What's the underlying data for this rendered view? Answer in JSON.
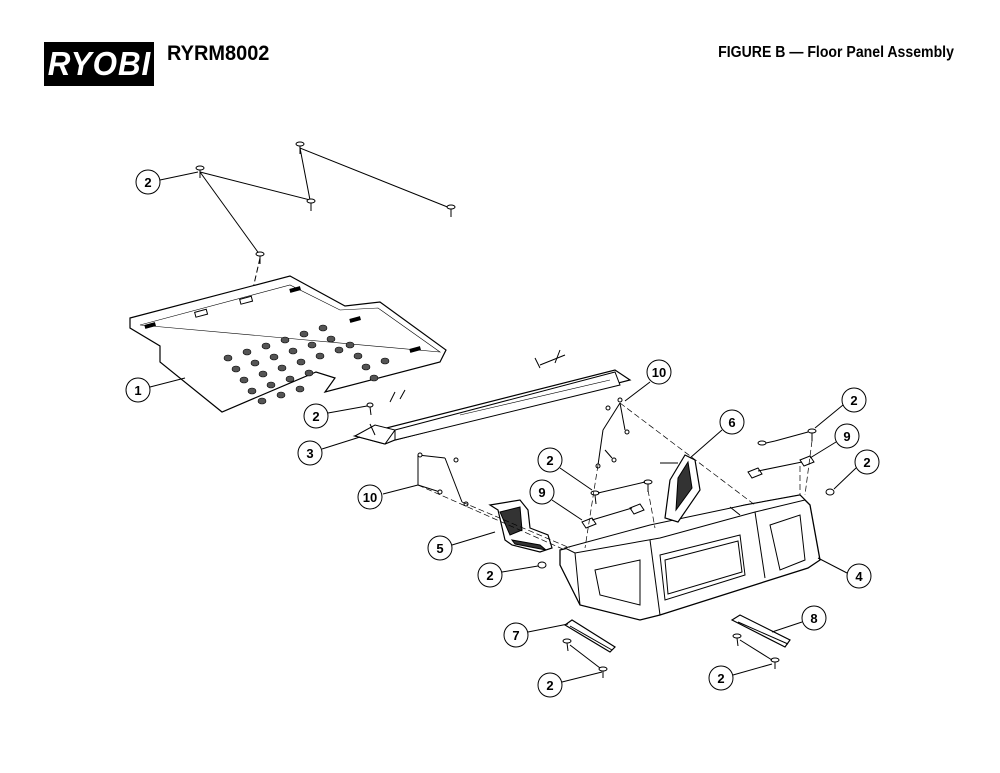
{
  "header": {
    "brand": "RYOBI",
    "model": "RYRM8002",
    "figure_title": "FIGURE B — Floor Panel Assembly"
  },
  "callouts": [
    {
      "id": "c2a",
      "label": "2"
    },
    {
      "id": "c1",
      "label": "1"
    },
    {
      "id": "c2b",
      "label": "2"
    },
    {
      "id": "c3",
      "label": "3"
    },
    {
      "id": "c10a",
      "label": "10"
    },
    {
      "id": "c6",
      "label": "6"
    },
    {
      "id": "c2c",
      "label": "2"
    },
    {
      "id": "c9a",
      "label": "9"
    },
    {
      "id": "c2d",
      "label": "2"
    },
    {
      "id": "c2e",
      "label": "2"
    },
    {
      "id": "c9b",
      "label": "9"
    },
    {
      "id": "c10b",
      "label": "10"
    },
    {
      "id": "c5",
      "label": "5"
    },
    {
      "id": "c2f",
      "label": "2"
    },
    {
      "id": "c4",
      "label": "4"
    },
    {
      "id": "c8",
      "label": "8"
    },
    {
      "id": "c7",
      "label": "7"
    },
    {
      "id": "c2g",
      "label": "2"
    },
    {
      "id": "c2h",
      "label": "2"
    }
  ]
}
